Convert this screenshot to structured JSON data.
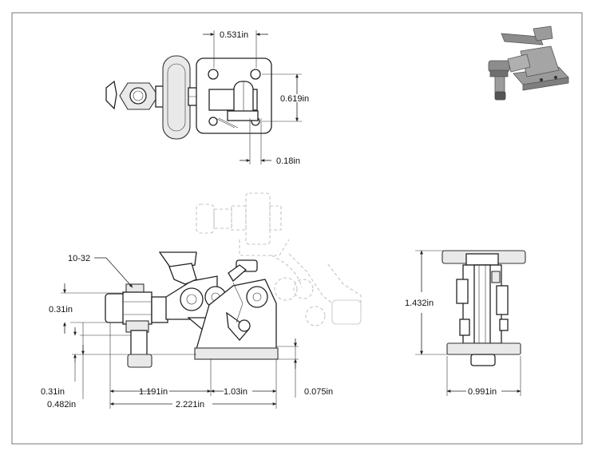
{
  "dimensions": {
    "top_width": "0.531in",
    "top_height": "0.619in",
    "top_slot": "0.18in",
    "thread": "10-32",
    "front_offset_upper": "0.31in",
    "front_offset_lower": "0.31in",
    "front_spindle": "0.482in",
    "front_reach": "1.191in",
    "front_base": "1.03in",
    "front_plate": "0.075in",
    "front_overall": "2.221in",
    "side_height": "1.432in",
    "side_width": "0.991in"
  },
  "colors": {
    "line": "#222222",
    "ghost": "#c4c4c4",
    "render": "#8a8a8a"
  }
}
